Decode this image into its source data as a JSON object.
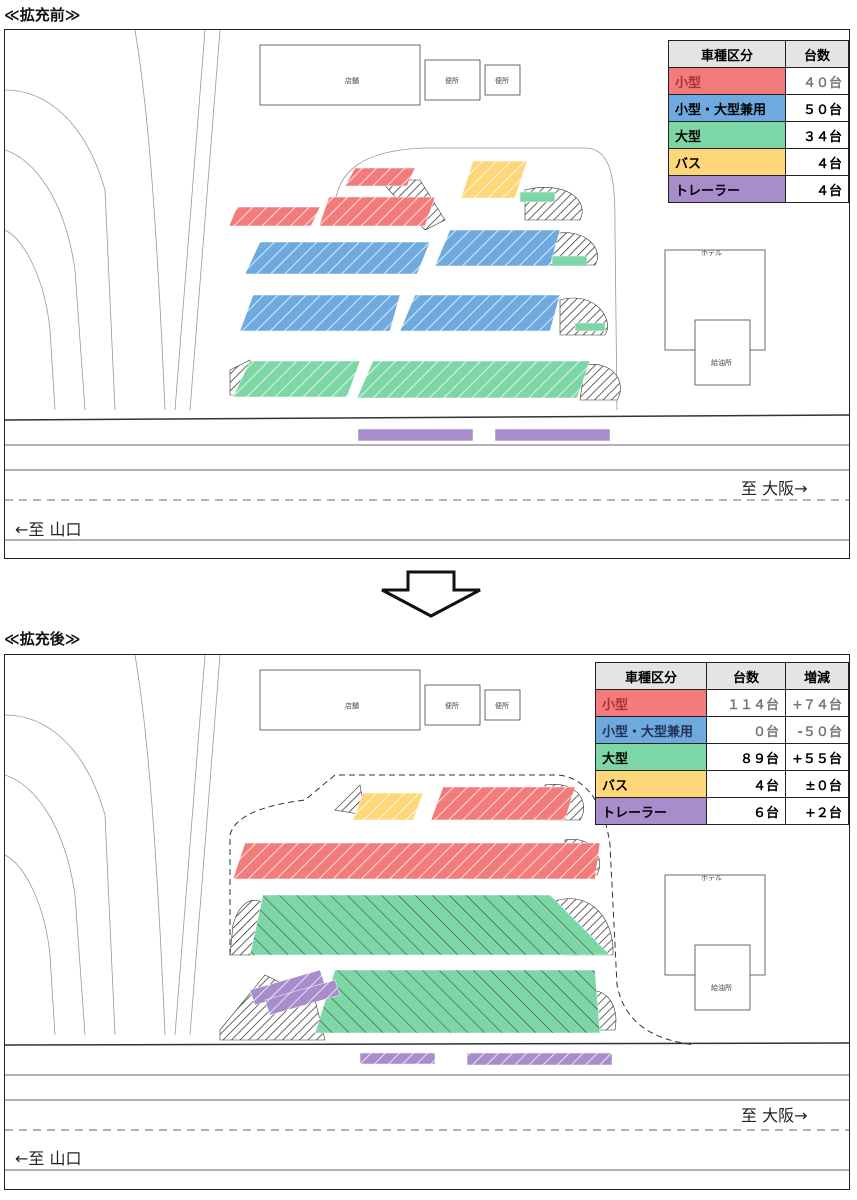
{
  "before": {
    "title": "≪拡充前≫",
    "table": {
      "headers": [
        "車種区分",
        "台数"
      ],
      "rows": [
        {
          "category": "小型",
          "count": "４０台",
          "color": "#f37b7b"
        },
        {
          "category": "小型・大型兼用",
          "count": "５０台",
          "color": "#6eaadf"
        },
        {
          "category": "大型",
          "count": "３４台",
          "color": "#7dd6a6"
        },
        {
          "category": "バス",
          "count": "４台",
          "color": "#fdd77a"
        },
        {
          "category": "トレーラー",
          "count": "４台",
          "color": "#a98ccc"
        }
      ]
    }
  },
  "after": {
    "title": "≪拡充後≫",
    "table": {
      "headers": [
        "車種区分",
        "台数",
        "増減"
      ],
      "rows": [
        {
          "category": "小型",
          "count": "１１４台",
          "change": "+７４台",
          "color": "#f37b7b"
        },
        {
          "category": "小型・大型兼用",
          "count": "０台",
          "change": "-５０台",
          "color": "#6eaadf"
        },
        {
          "category": "大型",
          "count": "８９台",
          "change": "+５５台",
          "color": "#7dd6a6"
        },
        {
          "category": "バス",
          "count": "４台",
          "change": "±０台",
          "color": "#fdd77a"
        },
        {
          "category": "トレーラー",
          "count": "６台",
          "change": "+２台",
          "color": "#a98ccc"
        }
      ]
    }
  },
  "directions": {
    "osaka": "至 大阪→",
    "yamaguchi": "←至 山口"
  },
  "map_labels": {
    "shop": "店舗",
    "toilet": "便所",
    "hotel": "ホテル",
    "gas": "給油所"
  }
}
